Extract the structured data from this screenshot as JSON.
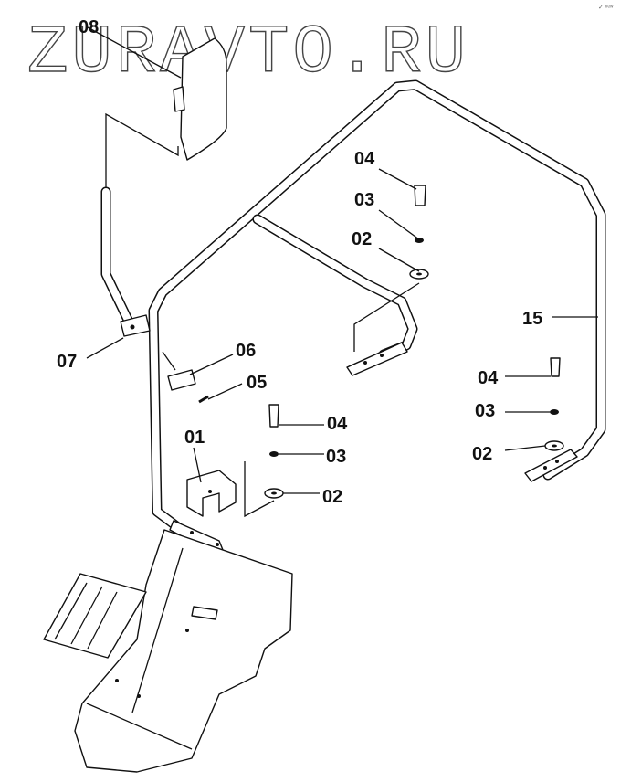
{
  "watermark": "ZURAVTO.RU",
  "corner_mark": "✓ ⁿᵉʷ",
  "callouts": [
    {
      "id": "08",
      "text": "08"
    },
    {
      "id": "04a",
      "text": "04"
    },
    {
      "id": "03a",
      "text": "03"
    },
    {
      "id": "02a",
      "text": "02"
    },
    {
      "id": "15",
      "text": "15"
    },
    {
      "id": "07",
      "text": "07"
    },
    {
      "id": "06",
      "text": "06"
    },
    {
      "id": "05",
      "text": "05"
    },
    {
      "id": "04b",
      "text": "04"
    },
    {
      "id": "03b",
      "text": "03"
    },
    {
      "id": "02b",
      "text": "02"
    },
    {
      "id": "01",
      "text": "01"
    },
    {
      "id": "04c",
      "text": "04"
    },
    {
      "id": "03c",
      "text": "03"
    },
    {
      "id": "02c",
      "text": "02"
    }
  ]
}
